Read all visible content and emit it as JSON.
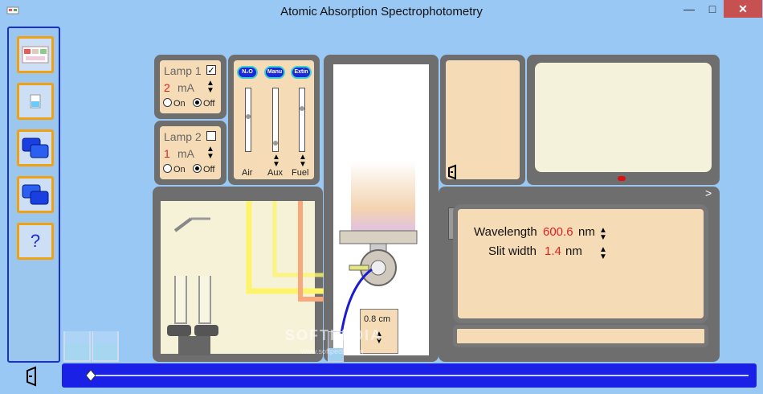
{
  "window": {
    "title": "Atomic Absorption Spectrophotometry",
    "min": "—",
    "max": "□",
    "close": "✕"
  },
  "toolbar": {
    "help_label": "?",
    "exit_icon": "door-exit-icon"
  },
  "lamp1": {
    "label": "Lamp 1",
    "checked": "✓",
    "current": "2",
    "unit": "mA",
    "on": "On",
    "off": "Off"
  },
  "lamp2": {
    "label": "Lamp 2",
    "checked": "",
    "current": "1",
    "unit": "mA",
    "on": "On",
    "off": "Off"
  },
  "gas": {
    "buttons": [
      "N₂O",
      "Manu",
      "Extin"
    ],
    "labels": [
      "Air",
      "Aux",
      "Fuel"
    ],
    "levels": [
      0.55,
      0.1,
      0.7
    ]
  },
  "burner": {
    "height_value": "0.8 cm"
  },
  "monochromator": {
    "wavelength_label": "Wavelength",
    "wavelength_value": "600.6",
    "wavelength_unit": "nm",
    "slit_label": "Slit width",
    "slit_value": "1.4",
    "slit_unit": "nm",
    "expand_label": ">"
  },
  "watermark": {
    "text": "SOFTPEDIA",
    "sub": "www.softpedia.com"
  },
  "timeline": {
    "position": 0.0
  },
  "colors": {
    "accent": "#f0a010",
    "brand_blue": "#1a2fd0",
    "panel": "#6e6e6e",
    "tan": "#f5dcb6",
    "red_value": "#e02020"
  }
}
